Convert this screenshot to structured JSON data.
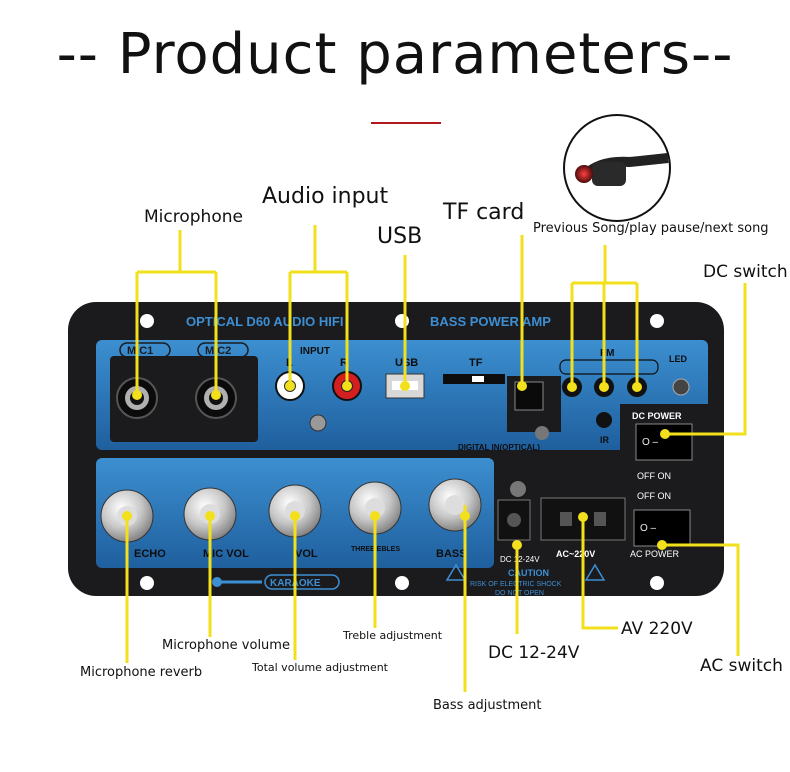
{
  "title": "-- Product parameters--",
  "accent_color": "#b3181d",
  "callout_color": "#f2e01c",
  "panel": {
    "brand": "OPTICAL D60 AUDIO HIFI",
    "subtitle": "BASS POWER AMP",
    "mic1": "MIC1",
    "mic2": "MIC2",
    "input": "INPUT",
    "input_l": "L",
    "input_r": "R",
    "usb": "USB",
    "tf": "TF",
    "digital_in": "DIGITAL IN(OPTICAL)",
    "fm": "FM",
    "ir": "IR",
    "led": "LED",
    "dc_power": "DC POWER",
    "off_on_1": "OFF   ON",
    "off_on_2": "OFF   ON",
    "ac_power": "AC POWER",
    "dc_spec": "DC 12-24V",
    "ac_spec": "AC~220V",
    "knob_echo": "ECHO",
    "knob_mic_vol": "MIC VOL",
    "knob_vol": "VOL",
    "knob_treble": "THREE EBLES",
    "knob_bass": "BASS",
    "karaoke": "KARAOKE",
    "caution": "CAUTION",
    "caution_line1": "RISK OF ELECTRIC SHOCK",
    "caution_line2": "DO NOT OPEN"
  },
  "callouts": {
    "microphone": "Microphone",
    "audio_input": "Audio input",
    "usb": "USB",
    "tf_card": "TF card",
    "prev_play_next": "Previous Song/play pause/next song",
    "dc_switch": "DC switch",
    "mic_volume": "Microphone volume",
    "treble": "Treble adjustment",
    "mic_reverb": "Microphone reverb",
    "total_volume": "Total volume adjustment",
    "dc_12_24": "DC 12-24V",
    "av_220": "AV 220V",
    "ac_switch": "AC switch",
    "bass": "Bass adjustment"
  }
}
